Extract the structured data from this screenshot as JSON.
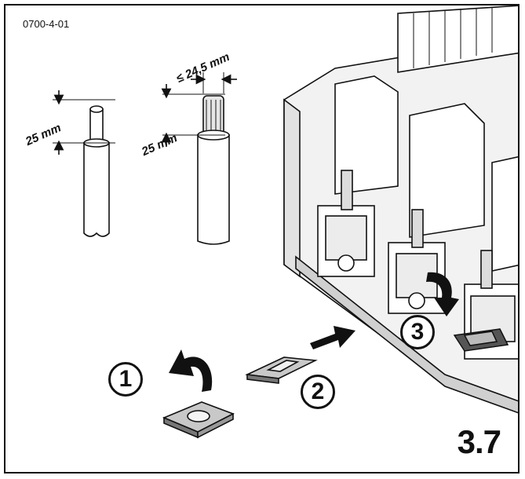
{
  "reference_code": "0700-4-01",
  "figure_number": "3.7",
  "dimensions": {
    "strip_length_round": "25 mm",
    "strip_length_flat": "25 mm",
    "max_width_flat": "≤ 24,5 mm"
  },
  "steps": [
    "1",
    "2",
    "3"
  ],
  "colors": {
    "line": "#111111",
    "fill_light": "#f0f0f0",
    "fill_mid": "#c8c8c8",
    "fill_dark": "#555555"
  }
}
